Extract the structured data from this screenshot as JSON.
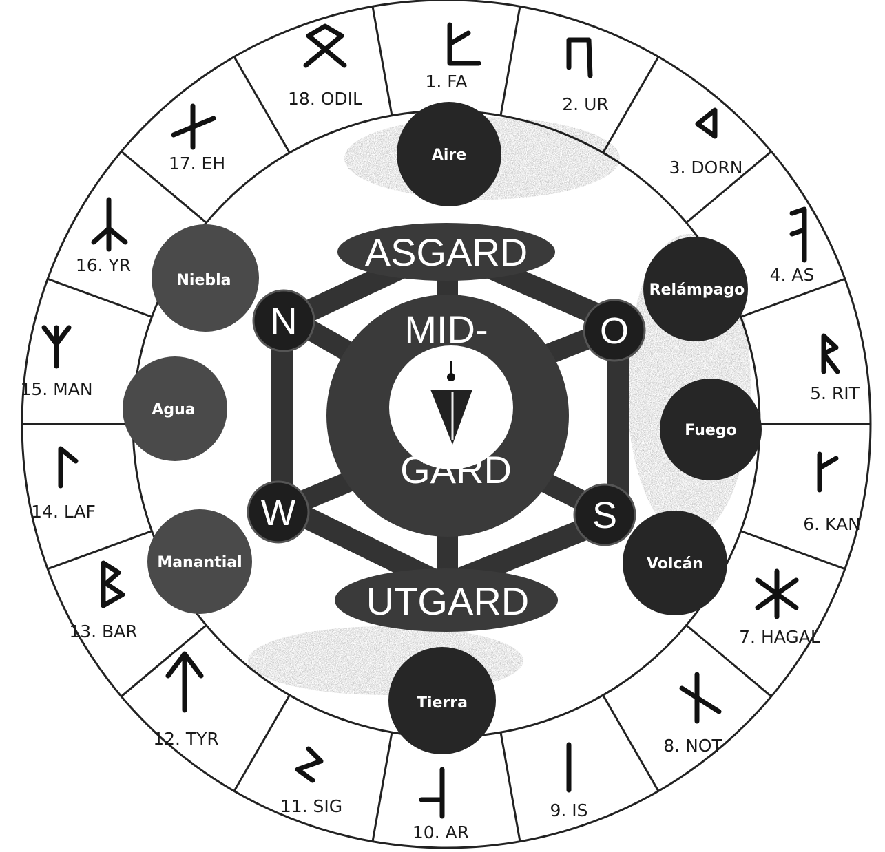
{
  "runes": [
    {
      "number": "1",
      "name": "FA",
      "label": "1. FA",
      "icon": "rune-fa-icon"
    },
    {
      "number": "2",
      "name": "UR",
      "label": "2. UR",
      "icon": "rune-ur-icon"
    },
    {
      "number": "3",
      "name": "DORN",
      "label": "3. DORN",
      "icon": "rune-dorn-icon"
    },
    {
      "number": "4",
      "name": "AS",
      "label": "4. AS",
      "icon": "rune-as-icon"
    },
    {
      "number": "5",
      "name": "RIT",
      "label": "5. RIT",
      "icon": "rune-rit-icon"
    },
    {
      "number": "6",
      "name": "KAN",
      "label": "6. KAN",
      "icon": "rune-kan-icon"
    },
    {
      "number": "7",
      "name": "HAGAL",
      "label": "7. HAGAL",
      "icon": "rune-hagal-icon"
    },
    {
      "number": "8",
      "name": "NOT",
      "label": "8. NOT",
      "icon": "rune-not-icon"
    },
    {
      "number": "9",
      "name": "IS",
      "label": "9. IS",
      "icon": "rune-is-icon"
    },
    {
      "number": "10",
      "name": "AR",
      "label": "10. AR",
      "icon": "rune-ar-icon"
    },
    {
      "number": "11",
      "name": "SIG",
      "label": "11. SIG",
      "icon": "rune-sig-icon"
    },
    {
      "number": "12",
      "name": "TYR",
      "label": "12. TYR",
      "icon": "rune-tyr-icon"
    },
    {
      "number": "13",
      "name": "BAR",
      "label": "13. BAR",
      "icon": "rune-bar-icon"
    },
    {
      "number": "14",
      "name": "LAF",
      "label": "14. LAF",
      "icon": "rune-laf-icon"
    },
    {
      "number": "15",
      "name": "MAN",
      "label": "15. MAN",
      "icon": "rune-man-icon"
    },
    {
      "number": "16",
      "name": "YR",
      "label": "16. YR",
      "icon": "rune-yr-icon"
    },
    {
      "number": "17",
      "name": "EH",
      "label": "17. EH",
      "icon": "rune-eh-icon"
    },
    {
      "number": "18",
      "name": "ODIL",
      "label": "18. ODIL",
      "icon": "rune-odil-icon"
    }
  ],
  "elements": {
    "top": "Aire",
    "bottom": "Tierra",
    "upper_right": "Relámpago",
    "right": "Fuego",
    "lower_right": "Volcán",
    "upper_left": "Niebla",
    "left": "Agua",
    "lower_left": "Manantial"
  },
  "realms": {
    "asgard": "ASGARD",
    "midgard_top": "MID-",
    "midgard_bottom": "GARD",
    "utgard": "UTGARD"
  },
  "directions": {
    "north": "N",
    "east": "O",
    "west": "W",
    "south": "S"
  },
  "center_icon": "pendulum-icon",
  "colors": {
    "element_dark": "#262626",
    "element_medium": "#4a4a4a",
    "structure": "#3a3a3a",
    "ring_line": "#222222",
    "background": "#ffffff"
  }
}
